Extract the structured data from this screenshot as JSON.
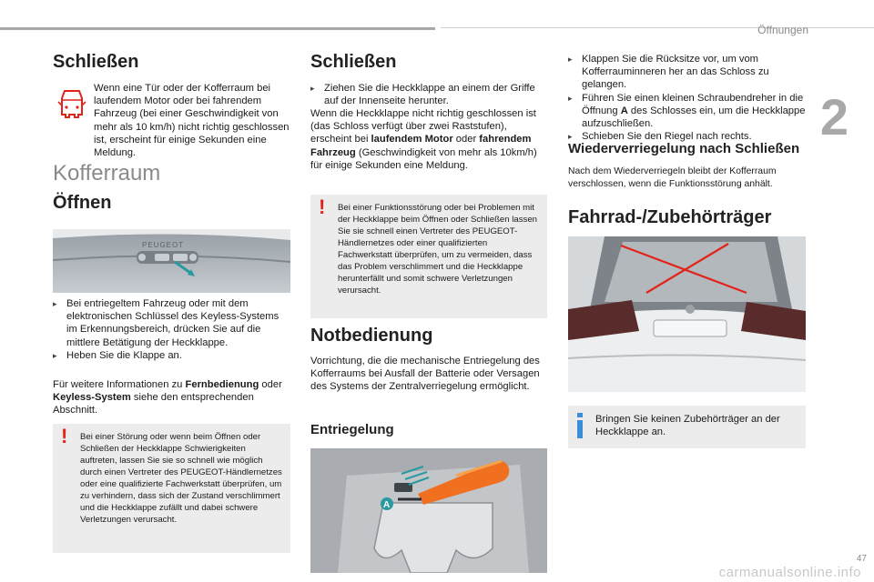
{
  "header": {
    "chapter_label": "Öffnungen",
    "chapter_number": "2"
  },
  "col1": {
    "heading_schliessen": "Schließen",
    "schliessen_text": "Wenn eine Tür oder der Kofferraum bei laufendem Motor oder bei fahrendem Fahrzeug (bei einer Geschwindigkeit von mehr als 10 km/h) nicht richtig geschlossen ist, erscheint für einige Sekunden eine Meldung.",
    "title_kofferraum": "Kofferraum",
    "heading_oeffnen": "Öffnen",
    "step1": "Bei entriegeltem Fahrzeug oder mit dem elektronischen Schlüssel des Keyless-Systems im Erkennungsbereich, drücken Sie auf die mittlere Betätigung der Heckklappe.",
    "step2": "Heben Sie die Klappe an.",
    "info_prefix": "Für weitere Informationen zu ",
    "info_bold1": "Fernbedienung",
    "info_mid": " oder ",
    "info_bold2": "Keyless-System",
    "info_suffix": " siehe den entsprechenden Abschnitt.",
    "warning": "Bei einer Störung oder wenn beim Öffnen oder Schließen der Heckklappe Schwierigkeiten auftreten, lassen Sie sie so schnell wie möglich durch einen Vertreter des PEUGEOT-Händlernetzes oder eine qualifizierte Fachwerkstatt überprüfen, um zu verhindern, dass sich der Zustand verschlimmert und die Heckklappe zufällt und dabei schwere Verletzungen verursacht.",
    "car_badge_text": "PEUGEOT"
  },
  "col2": {
    "heading_schliessen": "Schließen",
    "step1": "Ziehen Sie die Heckklappe an einem der Griffe auf der Innenseite herunter.",
    "text_part1": "Wenn die Heckklappe nicht richtig geschlossen ist (das Schloss verfügt über zwei Raststufen), erscheint bei ",
    "text_bold1": "laufendem Motor",
    "text_mid": " oder ",
    "text_bold2": "fahrendem Fahrzeug",
    "text_part2": " (Geschwindigkeit von mehr als 10km/h) für einige Sekunden eine Meldung.",
    "warning": "Bei einer Funktionsstörung oder bei Problemen mit der Heckklappe beim Öffnen oder Schließen lassen Sie sie schnell einen Vertreter des PEUGEOT-Händlernetzes oder einer qualifizierten Fachwerkstatt überprüfen, um zu vermeiden, dass das Problem verschlimmert und die Heckklappe herunterfällt und somit schwere Verletzungen verursacht.",
    "heading_notbedienung": "Notbedienung",
    "notbedienung_text": "Vorrichtung, die die mechanische Entriegelung des Kofferraums bei Ausfall der Batterie oder Versagen des Systems der Zentralverriegelung ermöglicht.",
    "heading_entriegelung": "Entriegelung",
    "label_a": "A"
  },
  "col3": {
    "step1": "Klappen Sie die Rücksitze vor, um vom Kofferrauminneren her an das Schloss zu gelangen.",
    "step2_a": "Führen Sie einen kleinen Schraubendreher in die Öffnung ",
    "step2_bold": "A",
    "step2_b": " des Schlosses ein, um die Heckklappe aufzuschließen.",
    "step3": "Schieben Sie den Riegel nach rechts.",
    "heading_wieder": "Wiederverriegelung nach Schließen",
    "wieder_text": "Nach dem Wiederverriegeln bleibt der Kofferraum verschlossen, wenn die Funktionsstörung anhält.",
    "heading_fahrrad": "Fahrrad-/Zubehörträger",
    "info": "Bringen Sie keinen Zubehörträger an der Heckklappe an."
  },
  "footer": {
    "page_number": "47",
    "watermark": "carmanualsonline.info"
  }
}
